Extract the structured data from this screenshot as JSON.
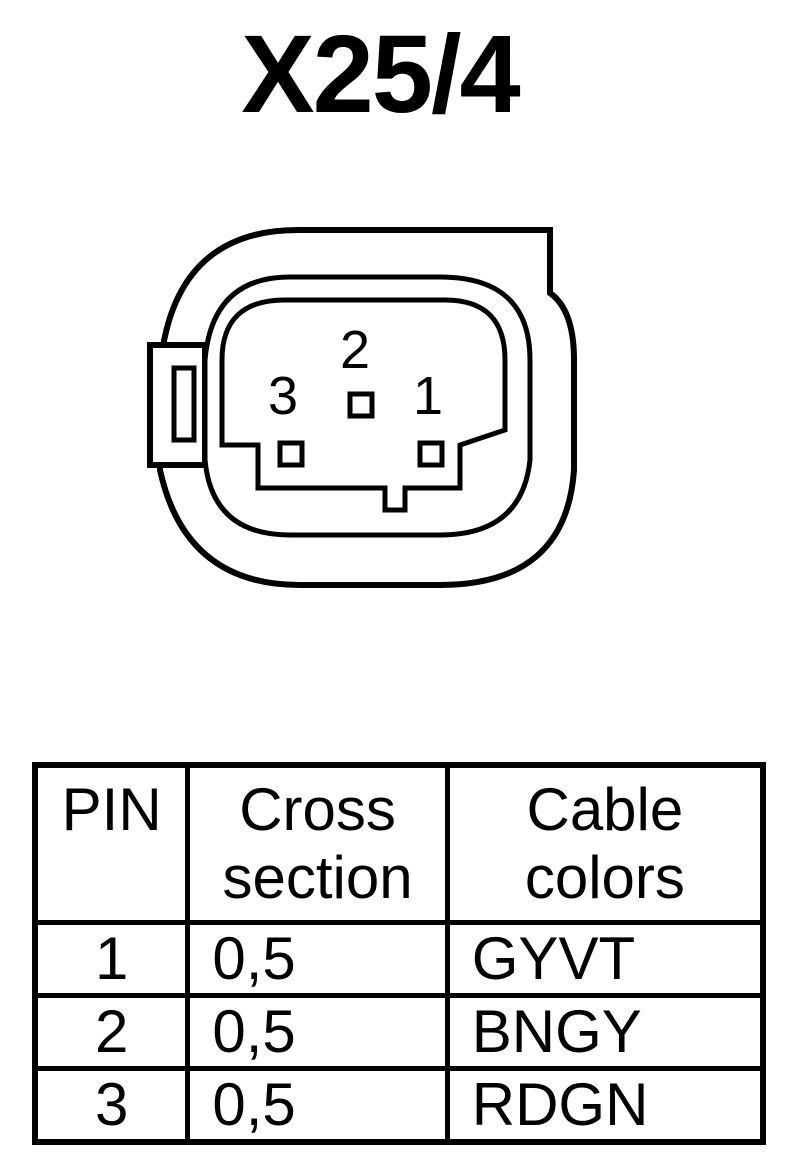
{
  "connector": {
    "title": "X25/4",
    "pins": [
      {
        "number": "1"
      },
      {
        "number": "2"
      },
      {
        "number": "3"
      }
    ]
  },
  "table": {
    "headers": {
      "pin": "PIN",
      "cross_section_line1": "Cross",
      "cross_section_line2": "section",
      "cable_colors_line1": "Cable",
      "cable_colors_line2": "colors"
    },
    "rows": [
      {
        "pin": "1",
        "cross_section": "0,5",
        "cable_color": "GYVT"
      },
      {
        "pin": "2",
        "cross_section": "0,5",
        "cable_color": "BNGY"
      },
      {
        "pin": "3",
        "cross_section": "0,5",
        "cable_color": "RDGN"
      }
    ]
  }
}
